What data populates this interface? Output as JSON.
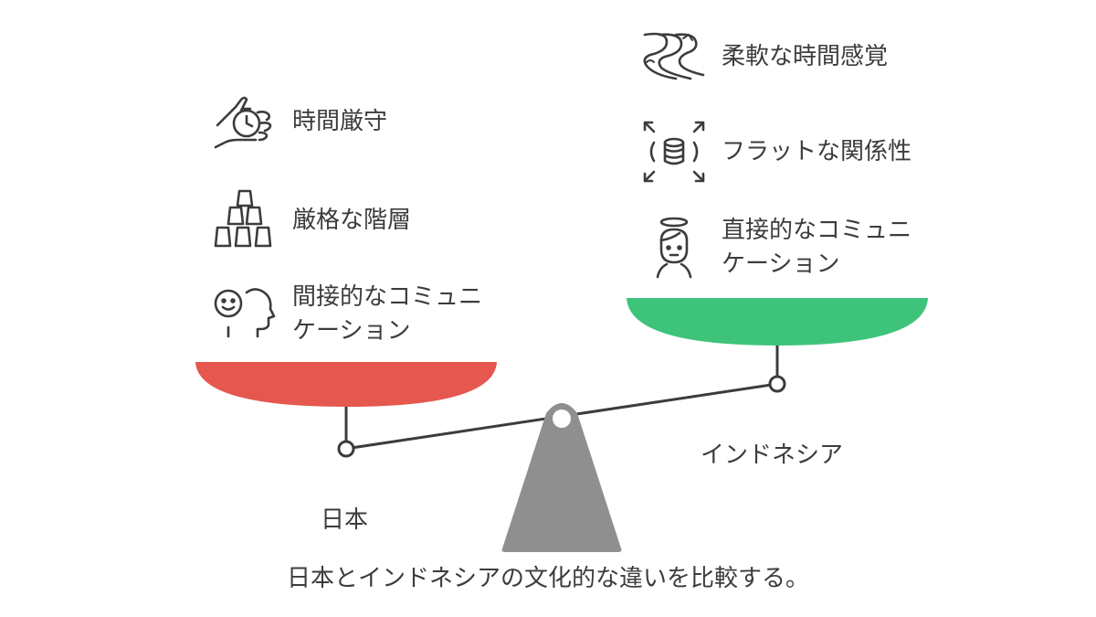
{
  "colors": {
    "left_pan": "#e5574f",
    "right_pan": "#3ec47a",
    "fulcrum": "#8f8f8f",
    "line": "#3c3c3c",
    "text": "#3c3c3c"
  },
  "left": {
    "name": "日本",
    "items": [
      {
        "icon": "stopwatch-hand-icon",
        "label": "時間厳守"
      },
      {
        "icon": "stacked-cups-pyramid-icon",
        "label": "厳格な階層"
      },
      {
        "icon": "smiling-head-profile-icon",
        "label": "間接的なコミュニケーション"
      }
    ]
  },
  "right": {
    "name": "インドネシア",
    "items": [
      {
        "icon": "winding-river-icon",
        "label": "柔軟な時間感覚"
      },
      {
        "icon": "database-expand-arrows-icon",
        "label": "フラットな関係性"
      },
      {
        "icon": "person-with-halo-icon",
        "label": "直接的なコミュニケーション"
      }
    ]
  },
  "caption": "日本とインドネシアの文化的な違いを比較する。"
}
